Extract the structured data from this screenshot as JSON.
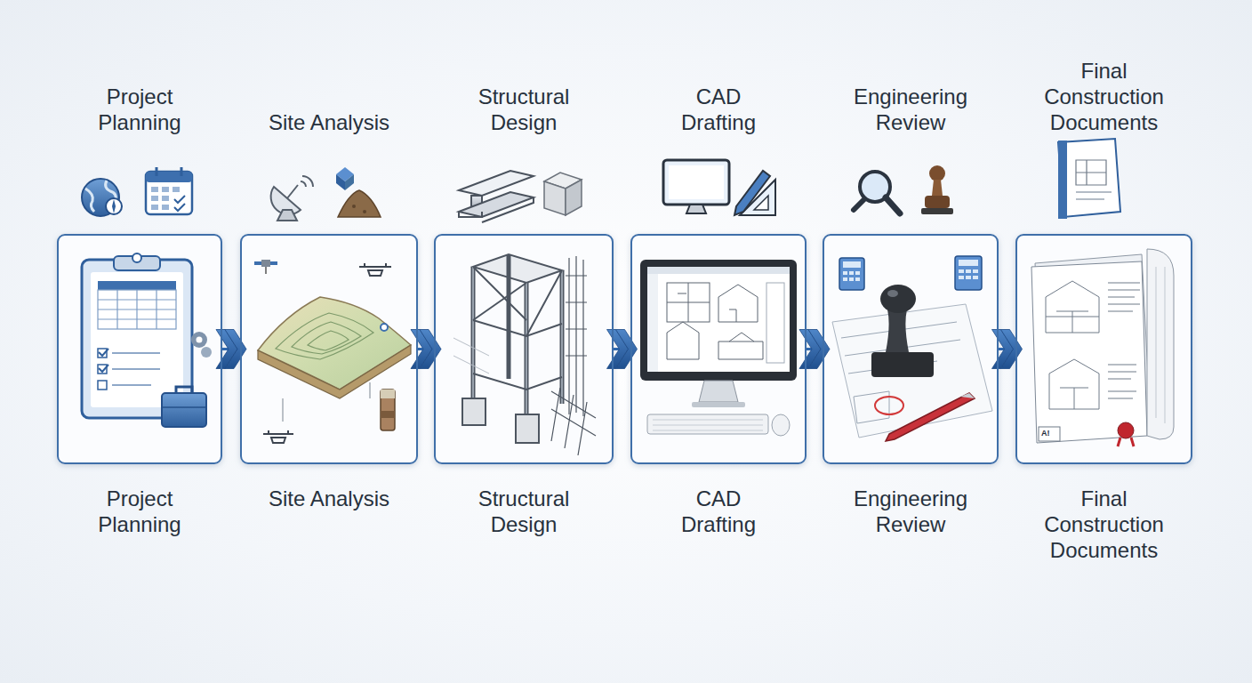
{
  "diagram": {
    "nodes": [
      {
        "text": [
          "Project Planning",
          "Project Planning"
        ]
      },
      {
        "text": [
          "Site Analysis",
          "Site Analysis"
        ]
      },
      {
        "text": [
          "Structural Design",
          "Structural Design"
        ]
      },
      {
        "text": [
          "CAD Drafting",
          "CAD Drafting"
        ]
      },
      {
        "text": [
          "Engineering Review",
          "Engineering Review"
        ]
      },
      {
        "text": [
          "Final Construction Documents",
          "Final Construction Documents"
        ]
      }
    ],
    "edges": [
      {
        "from": 0,
        "to": 1,
        "arrow": "to"
      },
      {
        "from": 1,
        "to": 2,
        "arrow": "to"
      },
      {
        "from": 2,
        "to": 3,
        "arrow": "to"
      },
      {
        "from": 3,
        "to": 4,
        "arrow": "to"
      },
      {
        "from": 4,
        "to": 5,
        "arrow": "to"
      }
    ],
    "labels": [
      "A!"
    ]
  }
}
